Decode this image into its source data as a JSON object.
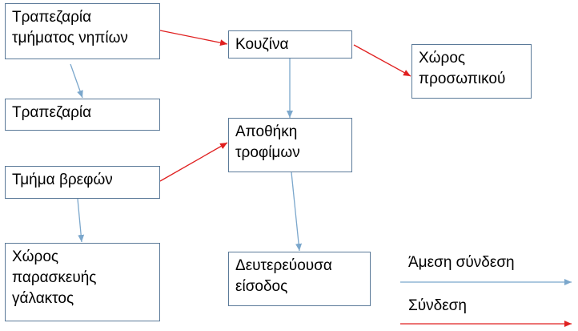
{
  "nodes": {
    "dining_infants": {
      "line1": "Τραπεζαρία",
      "line2": "τμήματος νηπίων"
    },
    "dining": {
      "line1": "Τραπεζαρία"
    },
    "baby_section": {
      "line1": "Τμήμα βρεφών"
    },
    "milk_prep": {
      "line1": "Χώρος",
      "line2": "παρασκευής",
      "line3": "γάλακτος"
    },
    "kitchen": {
      "line1": "Κουζίνα"
    },
    "food_storage": {
      "line1": "Αποθήκη",
      "line2": "τροφίμων"
    },
    "secondary_entrance": {
      "line1": "Δευτερεύουσα",
      "line2": "είσοδος"
    },
    "staff_area": {
      "line1": "Χώρος",
      "line2": "προσωπικού"
    }
  },
  "legend": {
    "direct": {
      "label": "Άμεση σύνδεση",
      "color": "#7ba7cc"
    },
    "connection": {
      "label": "Σύνδεση",
      "color": "#e02020"
    }
  },
  "edges": [
    {
      "from": "dining_infants",
      "to": "kitchen",
      "type": "connection"
    },
    {
      "from": "dining_infants",
      "to": "dining",
      "type": "direct"
    },
    {
      "from": "baby_section",
      "to": "food_storage",
      "type": "connection"
    },
    {
      "from": "baby_section",
      "to": "milk_prep",
      "type": "direct"
    },
    {
      "from": "kitchen",
      "to": "staff_area",
      "type": "connection"
    },
    {
      "from": "kitchen",
      "to": "food_storage",
      "type": "direct"
    },
    {
      "from": "food_storage",
      "to": "secondary_entrance",
      "type": "direct"
    }
  ]
}
